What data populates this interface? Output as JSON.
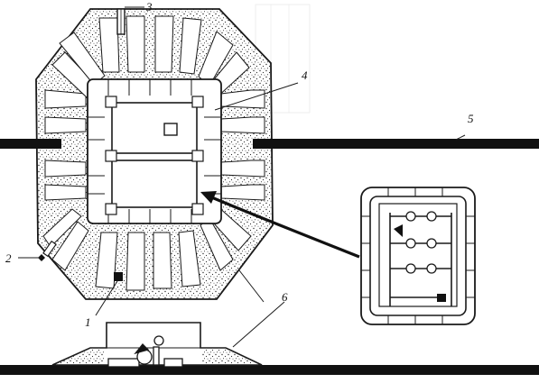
{
  "diagram": {
    "callouts": [
      {
        "id": "1",
        "text": "1"
      },
      {
        "id": "2",
        "text": "2"
      },
      {
        "id": "3",
        "text": "3"
      },
      {
        "id": "4",
        "text": "4"
      },
      {
        "id": "5",
        "text": "5"
      },
      {
        "id": "6",
        "text": "6"
      }
    ]
  },
  "colors": {
    "ink": "#1a1a1a",
    "paper": "#ffffff",
    "stipple": "#2a2a2a"
  }
}
